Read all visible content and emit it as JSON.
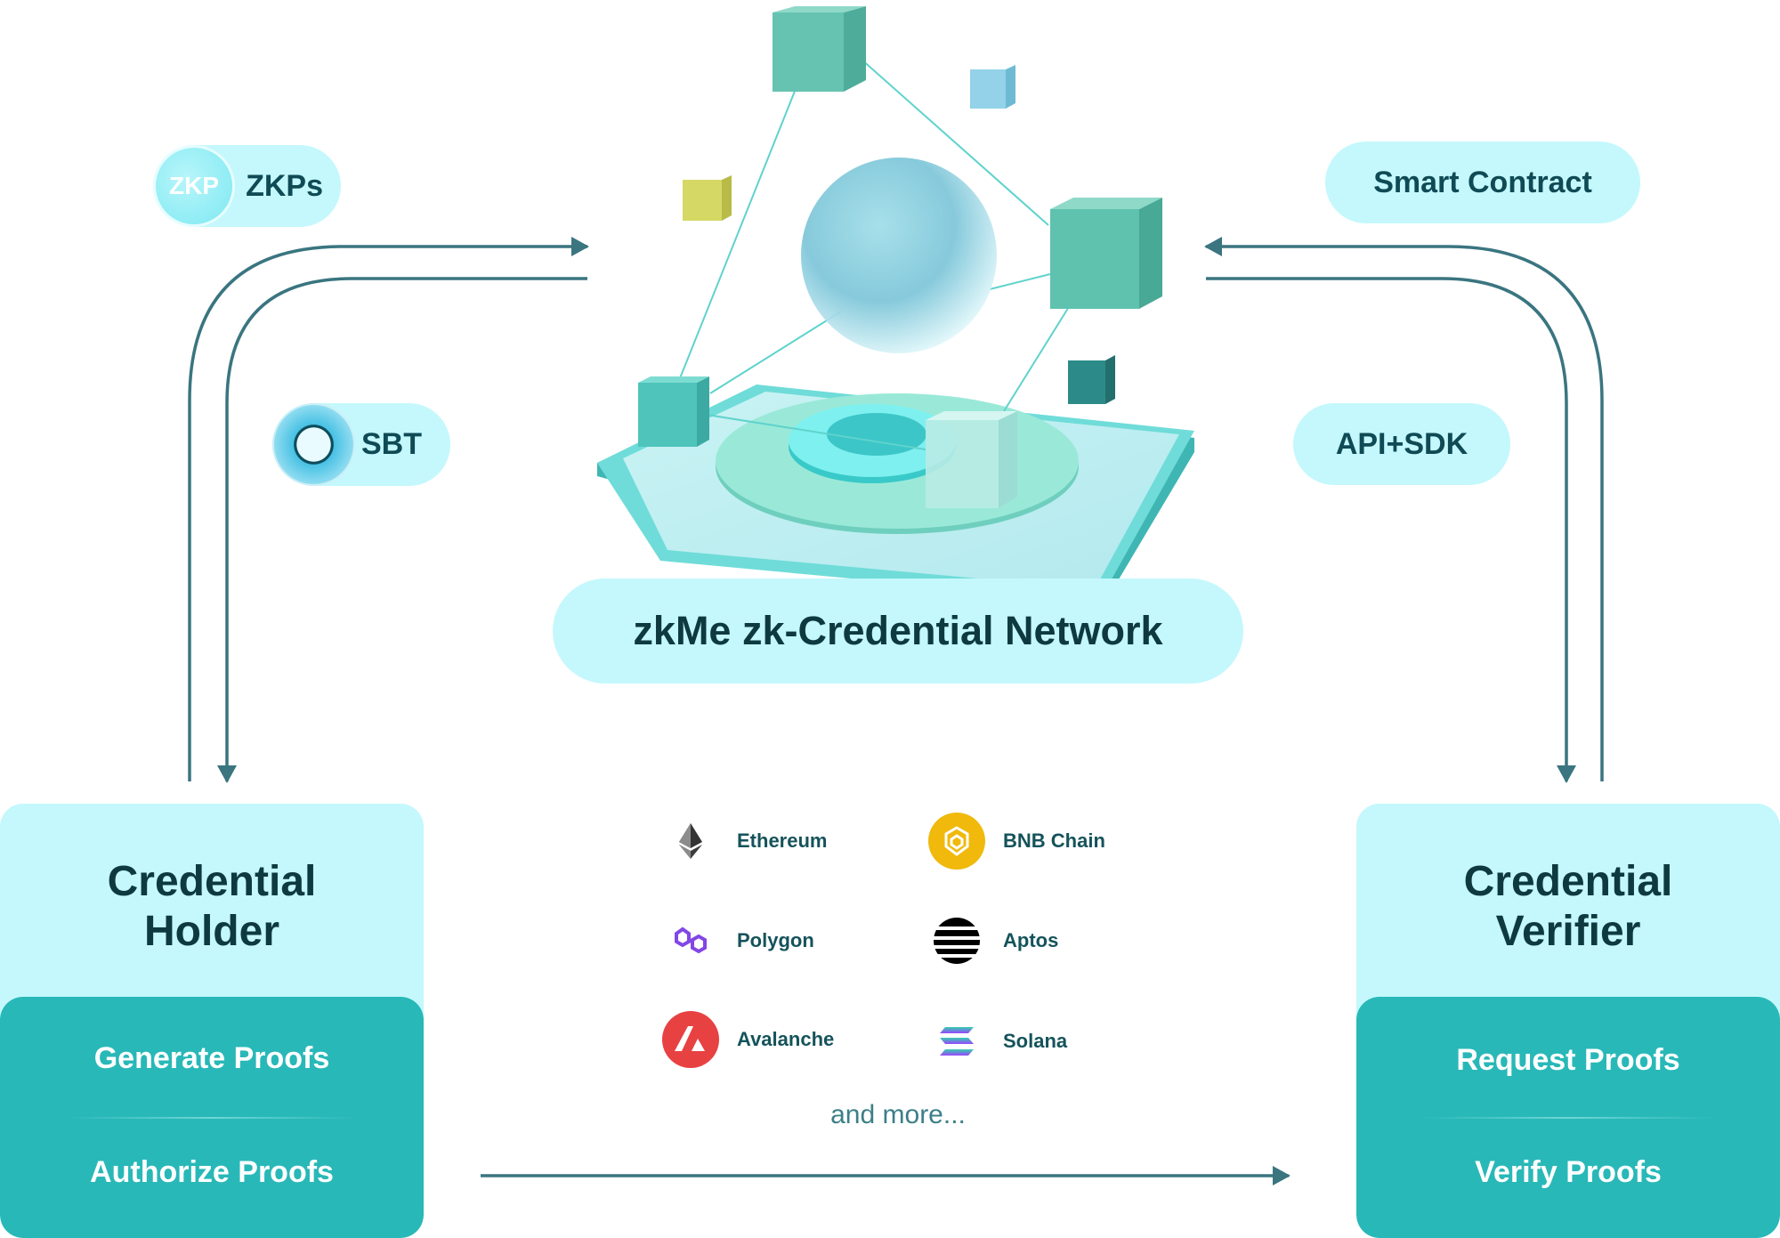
{
  "illustration": {
    "name": "zk-network-3d-illustration"
  },
  "badges": {
    "zkps": {
      "icon_text": "ZKP",
      "label": "ZKPs"
    },
    "sbt": {
      "label": "SBT"
    },
    "smart_contract": {
      "label": "Smart Contract"
    },
    "api_sdk": {
      "label": "API+SDK"
    }
  },
  "network_title": "zkMe zk-Credential Network",
  "holder": {
    "title": "Credential Holder",
    "actions": [
      "Generate Proofs",
      "Authorize Proofs"
    ]
  },
  "verifier": {
    "title": "Credential Verifier",
    "actions": [
      "Request Proofs",
      "Verify Proofs"
    ]
  },
  "chains": [
    {
      "name": "Ethereum",
      "icon": "ethereum-icon"
    },
    {
      "name": "BNB Chain",
      "icon": "bnb-chain-icon",
      "color": "#f0b90b"
    },
    {
      "name": "Polygon",
      "icon": "polygon-icon",
      "color": "#8247e5"
    },
    {
      "name": "Aptos",
      "icon": "aptos-icon"
    },
    {
      "name": "Avalanche",
      "icon": "avalanche-icon",
      "color": "#e84142"
    },
    {
      "name": "Solana",
      "icon": "solana-icon"
    }
  ],
  "chains_more": "and more...",
  "colors": {
    "pill": "#c4f8fc",
    "teal": "#29b8b8",
    "arrow": "#3a7580",
    "text": "#0f4a55"
  }
}
